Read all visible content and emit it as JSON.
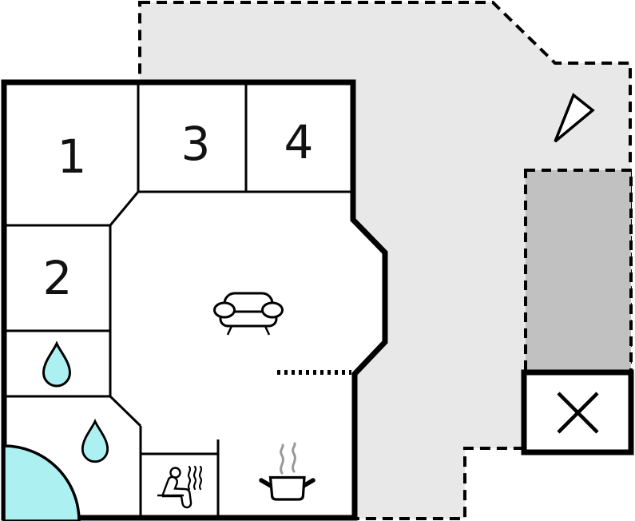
{
  "page": {
    "title": "Holiday home floor plan"
  },
  "rooms": [
    {
      "label": "1"
    },
    {
      "label": "2"
    },
    {
      "label": "3"
    },
    {
      "label": "4"
    }
  ],
  "icons": {
    "sofa": "sofa-icon",
    "water_drop_bathroom": "water-drop-icon",
    "water_drop_pool_room": "water-drop-icon",
    "corner_pool": "corner-bath-icon",
    "sauna": "sauna-person-icon",
    "heat_waves": "heat-waves-icon",
    "cooking_pot": "cooking-pot-icon",
    "steam": "steam-icon",
    "north_arrow": "north-arrow-icon",
    "crossed_box": "crossed-box-icon"
  },
  "colors": {
    "wall": "#000000",
    "terrace_light": "#e8e8e8",
    "terrace_dark": "#c1c1c1",
    "water": "#adf0f2",
    "steam": "#999999",
    "background": "#ffffff"
  }
}
